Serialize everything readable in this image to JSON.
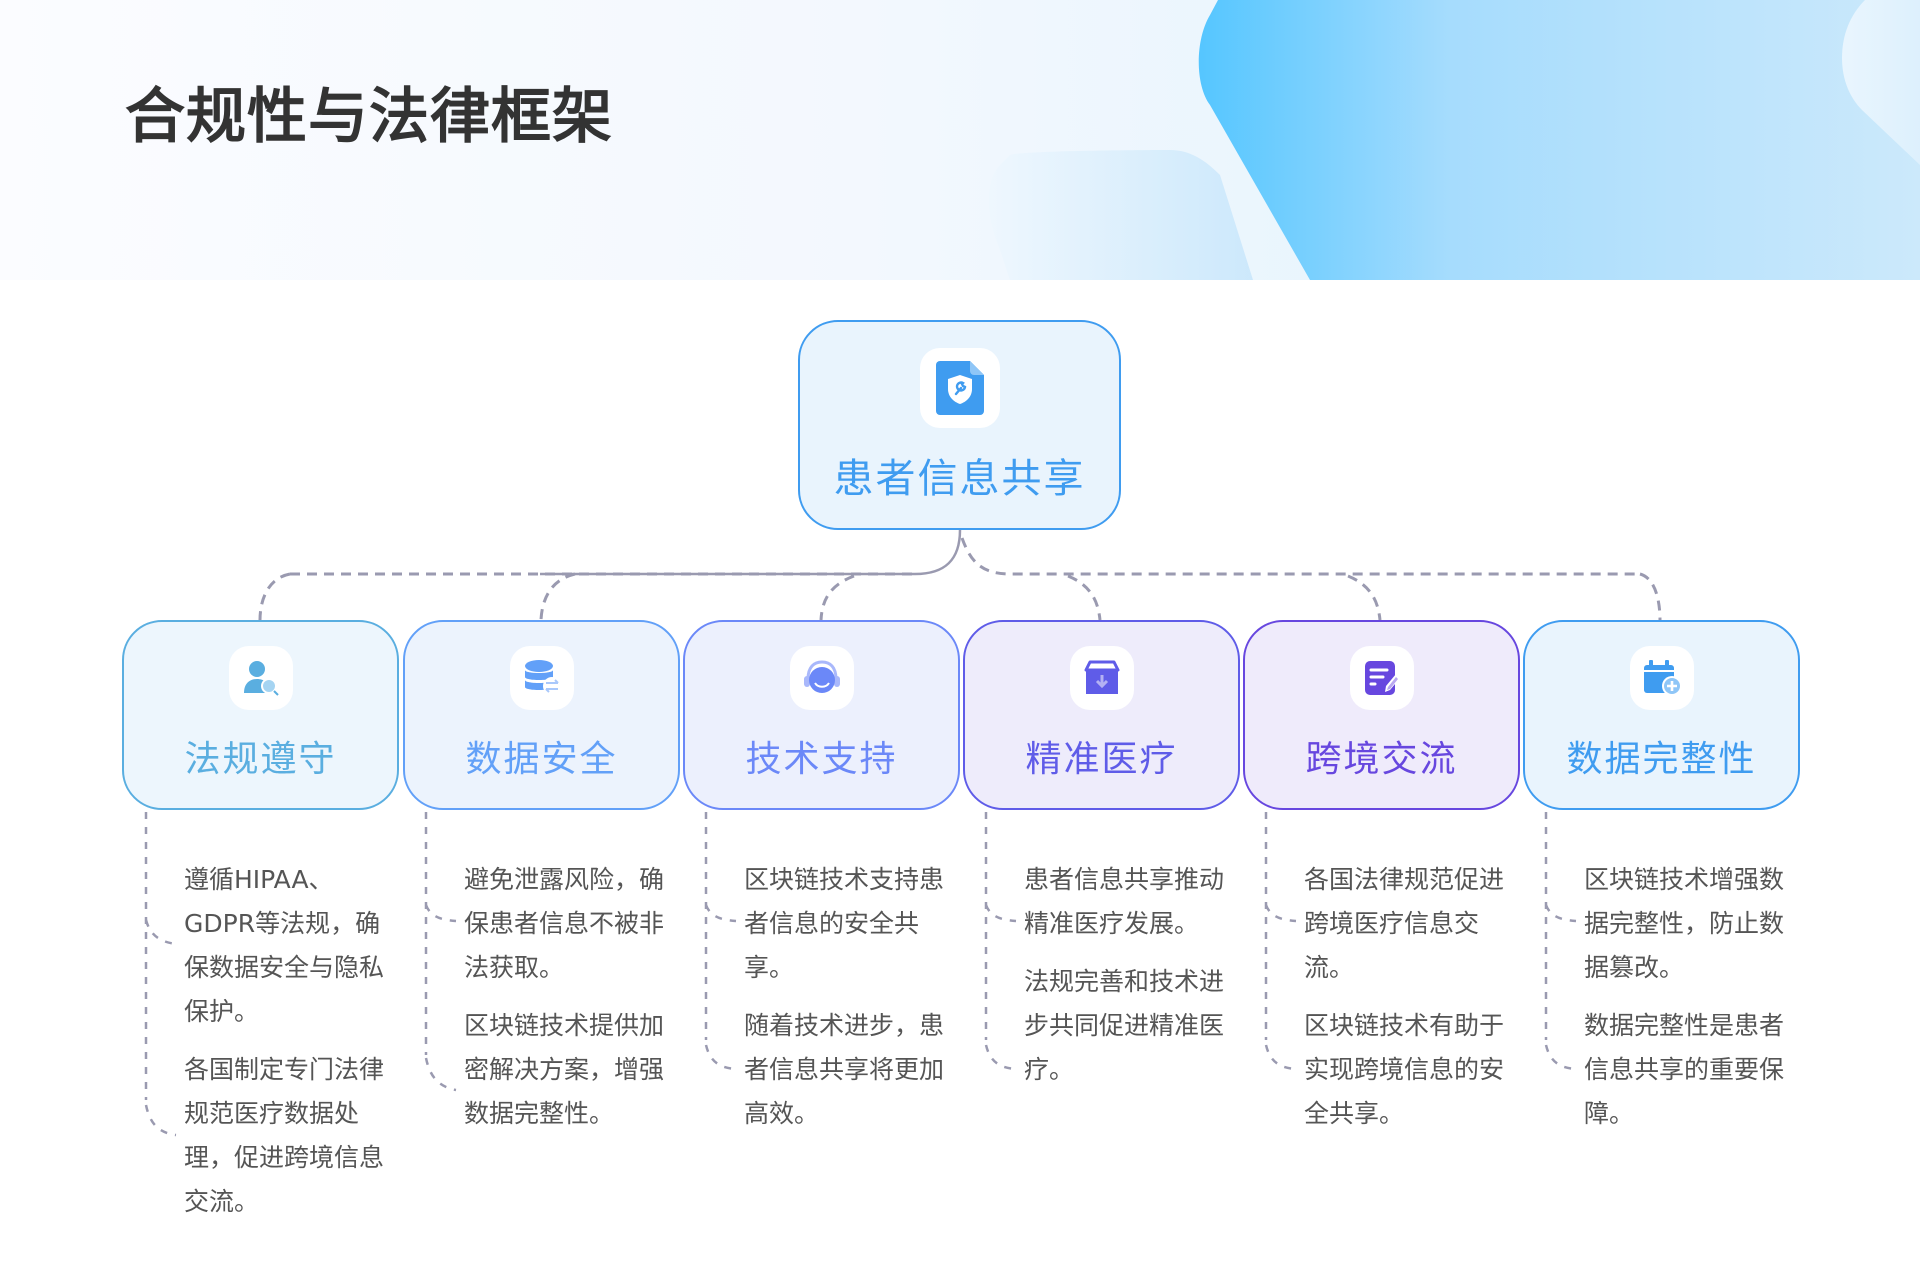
{
  "page": {
    "title": "合规性与法律框架"
  },
  "root": {
    "label": "患者信息共享",
    "icon": "shield-document-icon",
    "color": "#3f9cf0"
  },
  "children": [
    {
      "label": "法规遵守",
      "icon": "user-search-icon",
      "color": "#5aaee0",
      "bg": "#edf6fd",
      "paragraphs": [
        "遵循HIPAA、GDPR等法规，确保数据安全与隐私保护。",
        "各国制定专门法律规范医疗数据处理，促进跨境信息交流。"
      ]
    },
    {
      "label": "数据安全",
      "icon": "database-sync-icon",
      "color": "#62a0f8",
      "bg": "#ecf3fd",
      "paragraphs": [
        "避免泄露风险，确保患者信息不被非法获取。",
        "区块链技术提供加密解决方案，增强数据完整性。"
      ]
    },
    {
      "label": "技术支持",
      "icon": "headset-support-icon",
      "color": "#6b88f8",
      "bg": "#ecf0fd",
      "paragraphs": [
        "区块链技术支持患者信息的安全共享。",
        "随着技术进步，患者信息共享将更加高效。"
      ]
    },
    {
      "label": "精准医疗",
      "icon": "archive-box-icon",
      "color": "#5f5ce8",
      "bg": "#eeecfb",
      "paragraphs": [
        "患者信息共享推动精准医疗发展。",
        "法规完善和技术进步共同促进精准医疗。"
      ]
    },
    {
      "label": "跨境交流",
      "icon": "document-edit-icon",
      "color": "#6747df",
      "bg": "#efebfb",
      "paragraphs": [
        "各国法律规范促进跨境医疗信息交流。",
        "区块链技术有助于实现跨境信息的安全共享。"
      ]
    },
    {
      "label": "数据完整性",
      "icon": "calendar-add-icon",
      "color": "#3f9cf0",
      "bg": "#e9f4fd",
      "paragraphs": [
        "区块链技术增强数据完整性，防止数据篡改。",
        "数据完整性是患者信息共享的重要保障。"
      ]
    }
  ],
  "colors": {
    "connector": "#9a9ab0",
    "body_text": "#555555",
    "title": "#333333"
  }
}
